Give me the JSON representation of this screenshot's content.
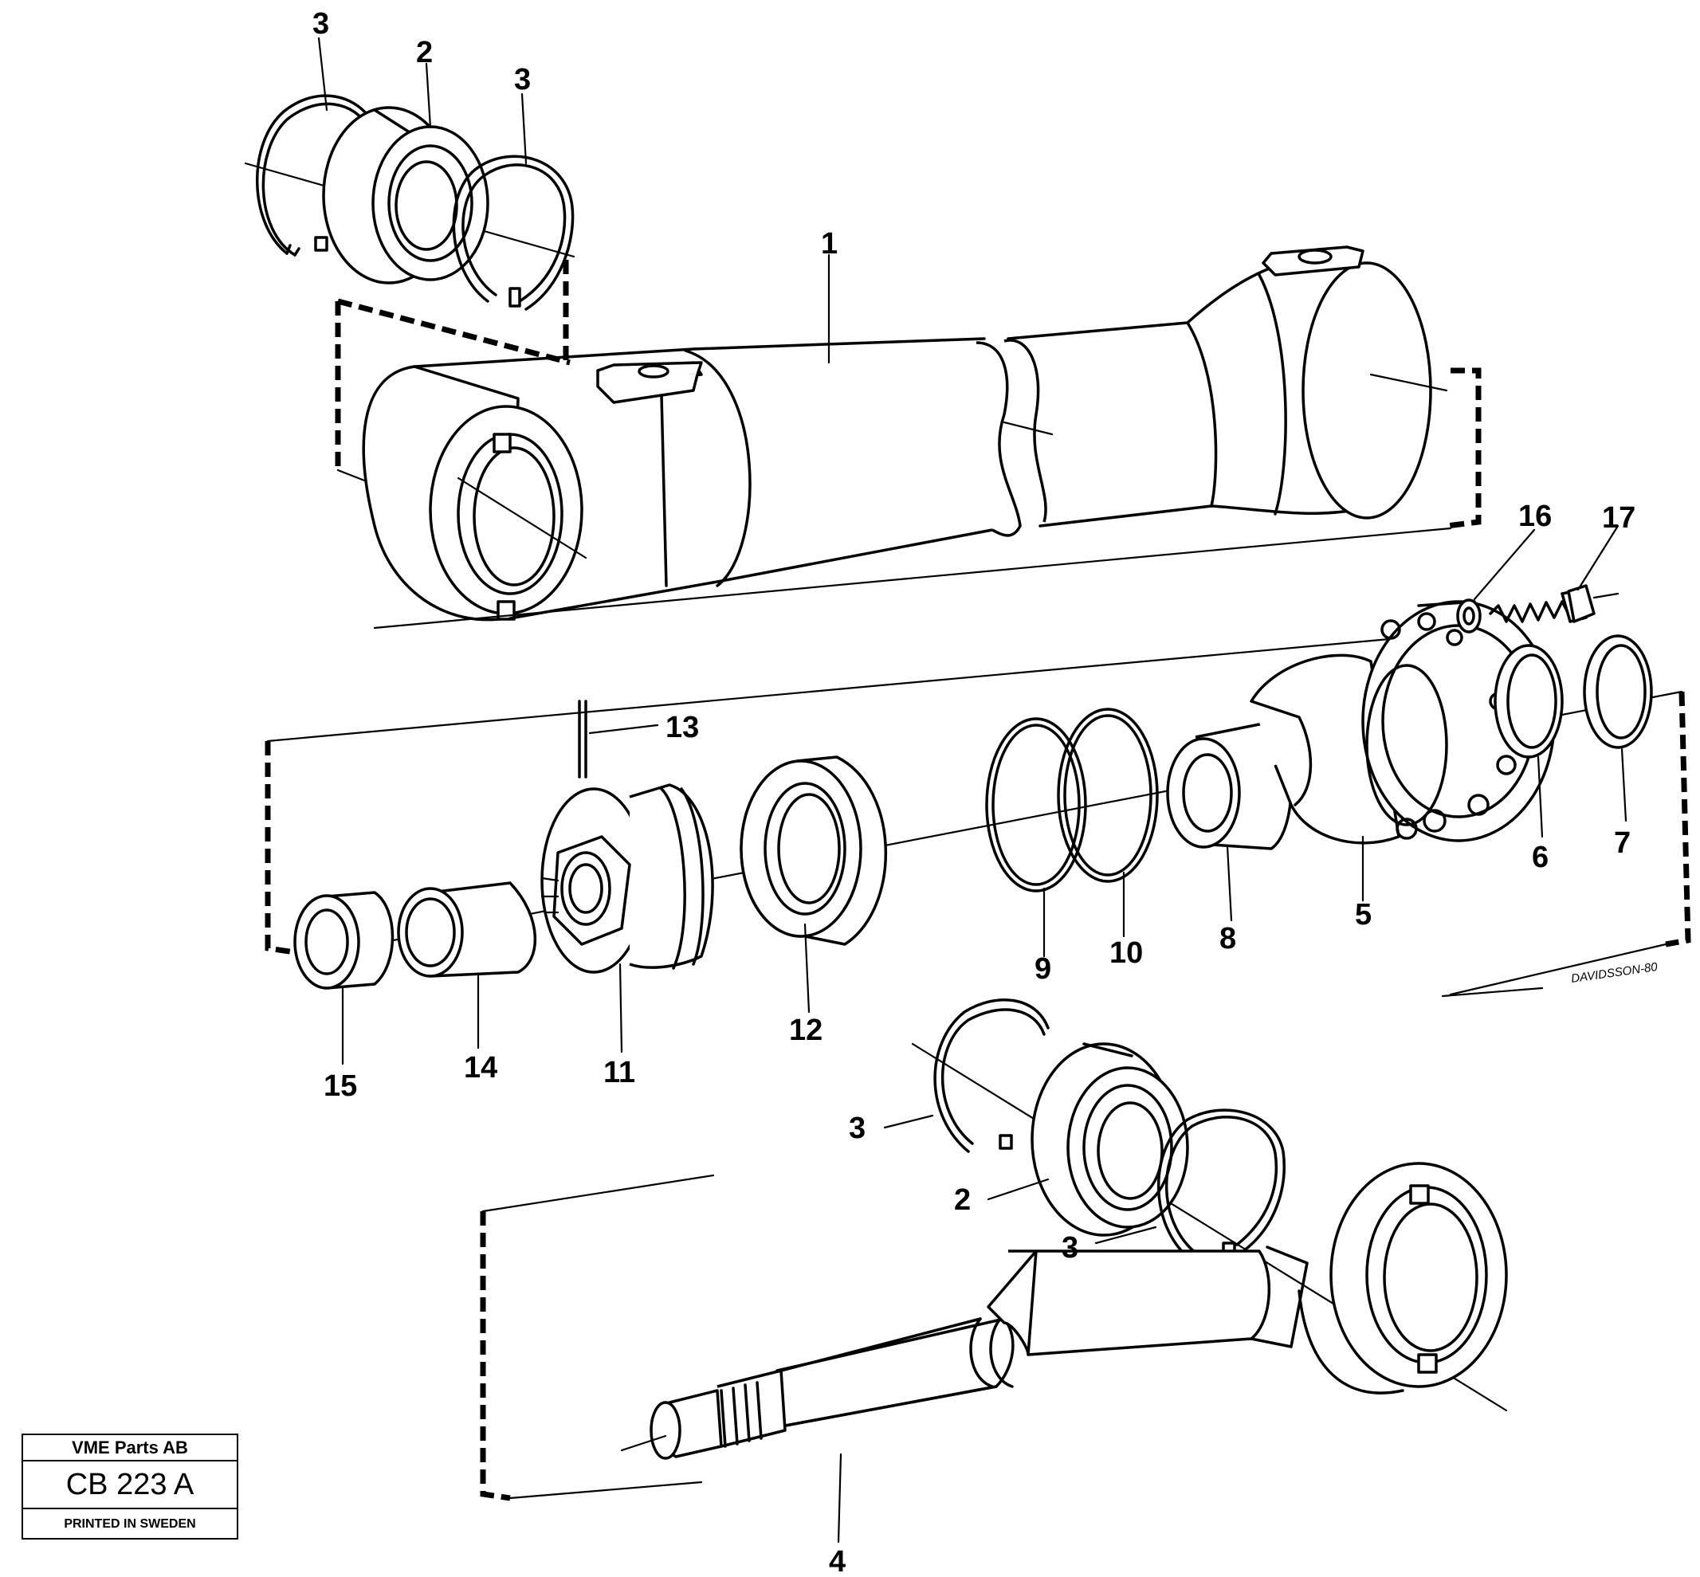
{
  "callouts": [
    {
      "id": "c3a",
      "text": "3"
    },
    {
      "id": "c2a",
      "text": "2"
    },
    {
      "id": "c3b",
      "text": "3"
    },
    {
      "id": "c1",
      "text": "1"
    },
    {
      "id": "c16",
      "text": "16"
    },
    {
      "id": "c17",
      "text": "17"
    },
    {
      "id": "c13",
      "text": "13"
    },
    {
      "id": "c9",
      "text": "9"
    },
    {
      "id": "c10",
      "text": "10"
    },
    {
      "id": "c8",
      "text": "8"
    },
    {
      "id": "c5",
      "text": "5"
    },
    {
      "id": "c6",
      "text": "6"
    },
    {
      "id": "c7",
      "text": "7"
    },
    {
      "id": "c15",
      "text": "15"
    },
    {
      "id": "c14",
      "text": "14"
    },
    {
      "id": "c11",
      "text": "11"
    },
    {
      "id": "c12",
      "text": "12"
    },
    {
      "id": "c3c",
      "text": "3"
    },
    {
      "id": "c2b",
      "text": "2"
    },
    {
      "id": "c3d",
      "text": "3"
    },
    {
      "id": "c4",
      "text": "4"
    }
  ],
  "signature": "DAVIDSSON-80",
  "title_block": {
    "company": "VME Parts AB",
    "code": "CB 223 A",
    "printed": "PRINTED IN SWEDEN"
  }
}
